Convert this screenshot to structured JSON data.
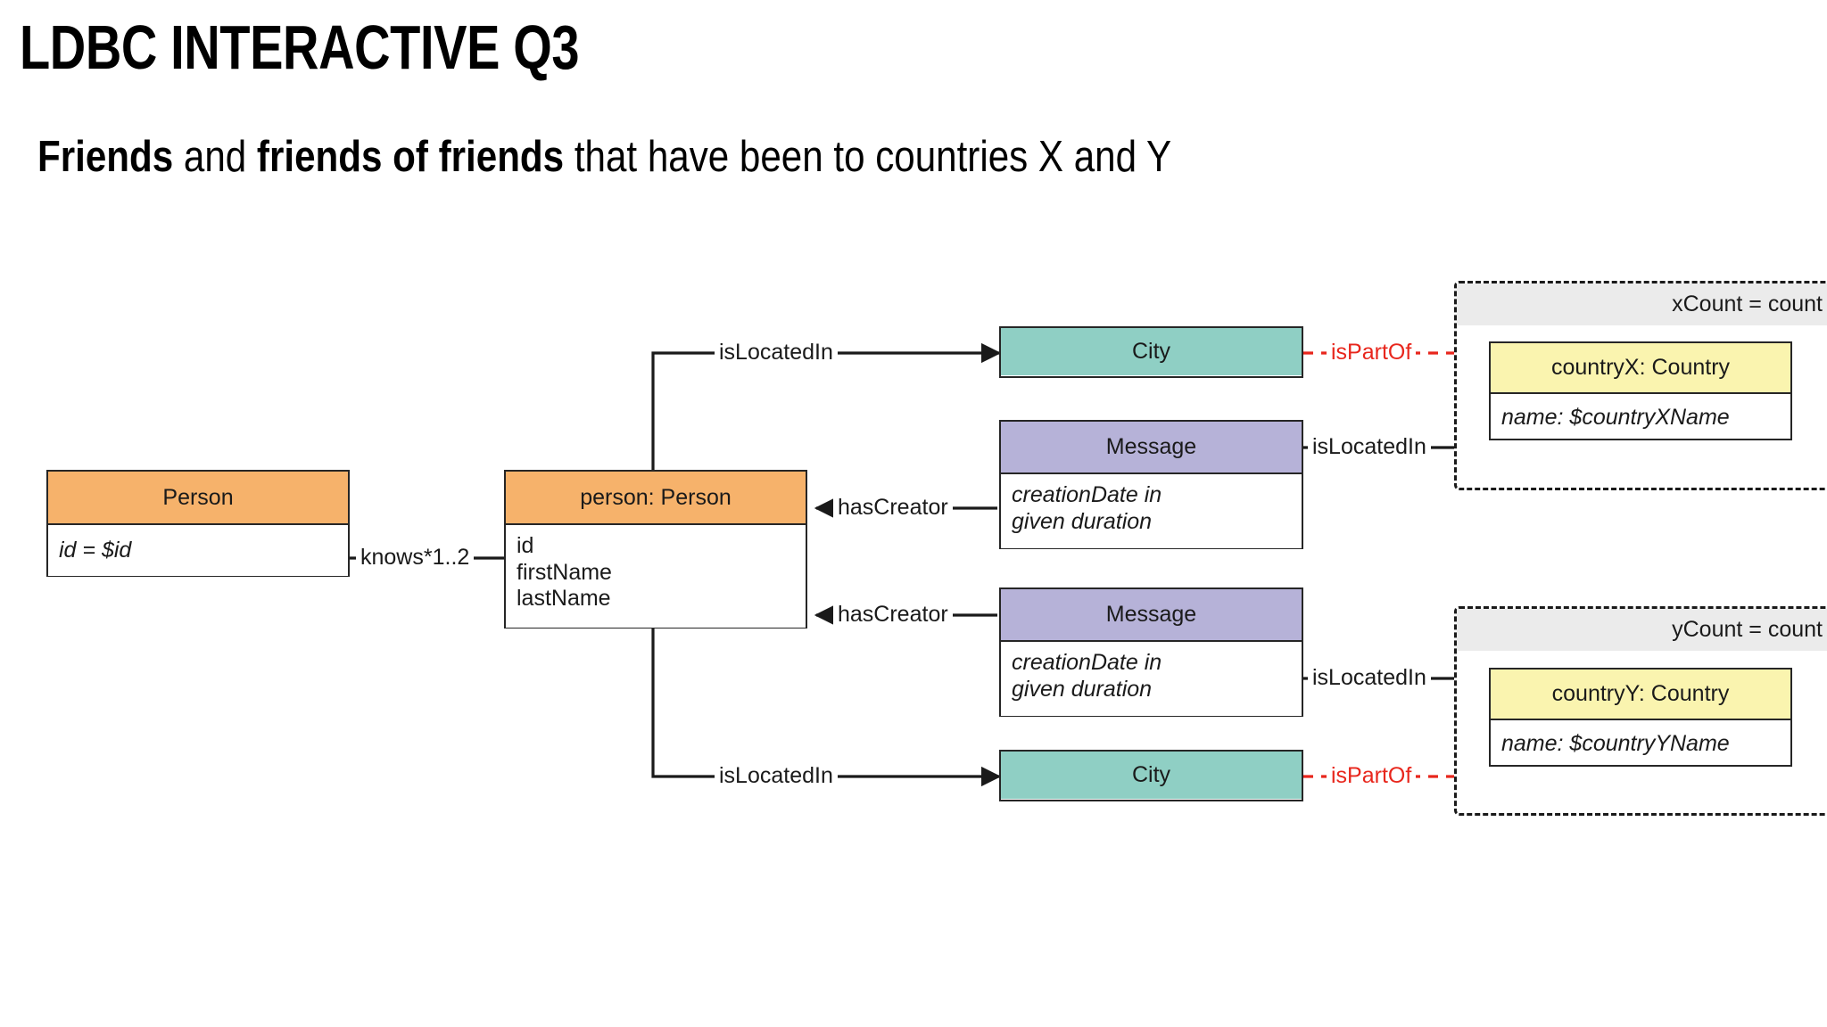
{
  "slide": {
    "title": "LDBC INTERACTIVE Q3",
    "subtitle": {
      "part1": "Friends",
      "part2": " and ",
      "part3": "friends of friends",
      "part4": " that have been to countries X and Y"
    }
  },
  "colors": {
    "person": "#F6B26B",
    "city": "#8FCFC4",
    "message": "#B6B2D8",
    "country": "#FAF4AF",
    "group_header": "#ebebeb",
    "stroke": "#262626",
    "red": "#e8261c"
  },
  "nodes": {
    "person_param": {
      "header": "Person",
      "body": "id = $id"
    },
    "person_var": {
      "header": "person: Person",
      "attr1": "id",
      "attr2": "firstName",
      "attr3": "lastName"
    },
    "city_top": {
      "header": "City"
    },
    "city_bottom": {
      "header": "City"
    },
    "message_top": {
      "header": "Message",
      "line1": "creationDate in",
      "line2": "given duration"
    },
    "message_bottom": {
      "header": "Message",
      "line1": "creationDate in",
      "line2": "given duration"
    },
    "country_x": {
      "header": "countryX: Country",
      "body": "name: $countryXName"
    },
    "country_y": {
      "header": "countryY: Country",
      "body": "name: $countryYName"
    }
  },
  "groups": {
    "x_group": {
      "header": "xCount = count"
    },
    "y_group": {
      "header": "yCount = count"
    }
  },
  "edges": {
    "knows": "knows*1..2",
    "is_located_in_city_top": "isLocatedIn",
    "is_located_in_city_bottom": "isLocatedIn",
    "has_creator_top": "hasCreator",
    "has_creator_bottom": "hasCreator",
    "is_located_in_msg_top": "isLocatedIn",
    "is_located_in_msg_bottom": "isLocatedIn",
    "is_part_of_top": "isPartOf",
    "is_part_of_bottom": "isPartOf"
  }
}
